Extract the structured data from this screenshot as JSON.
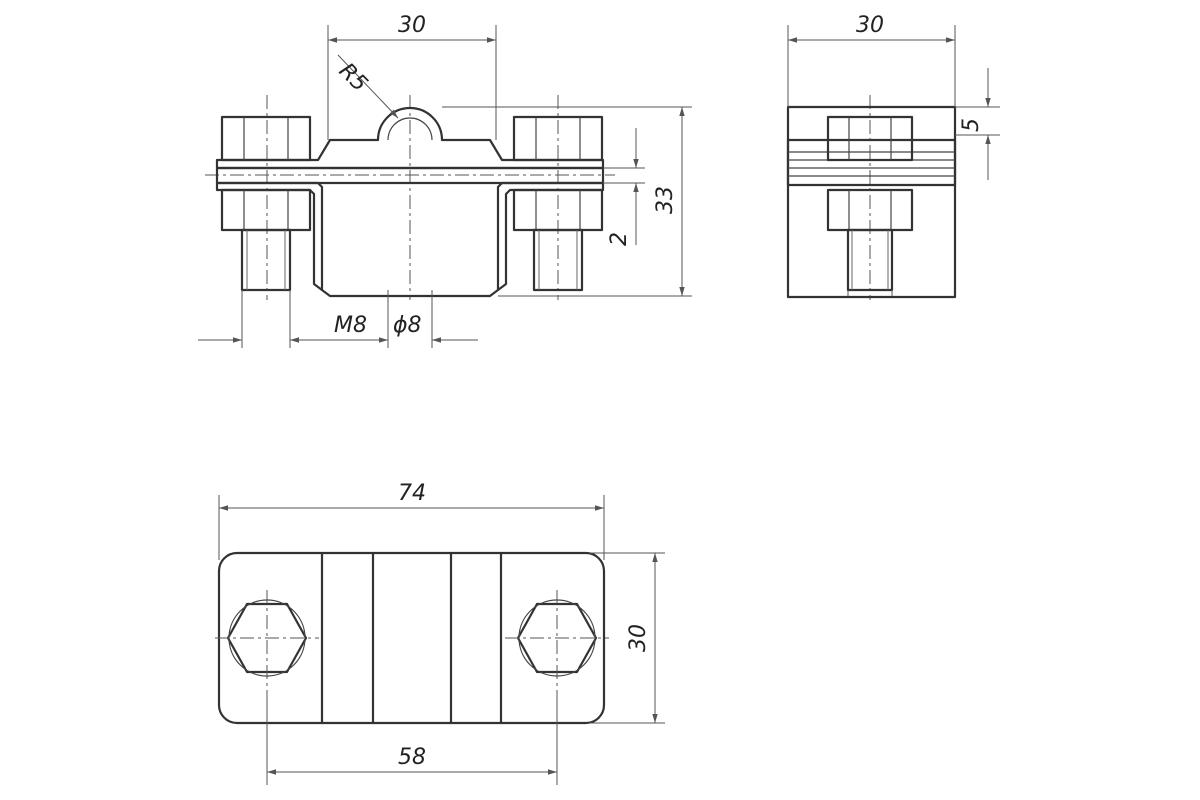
{
  "dimensions": {
    "front_width": "30",
    "radius": "R5",
    "height": "33",
    "strip_thickness": "2",
    "thread": "M8",
    "hole_diameter": "ϕ8",
    "side_width": "30",
    "side_plate": "5",
    "top_length": "74",
    "top_width": "30",
    "bolt_spacing": "58"
  },
  "colors": {
    "line": "#333333",
    "background": "#ffffff"
  }
}
